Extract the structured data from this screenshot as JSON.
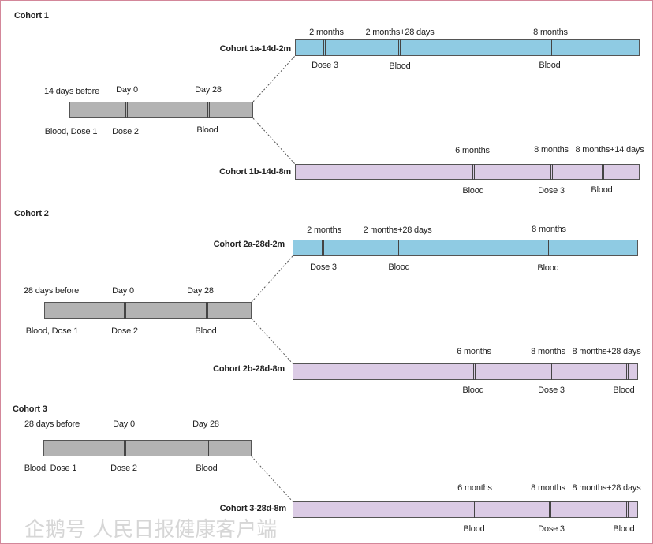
{
  "colors": {
    "base": "#b3b3b3",
    "arm_2m": "#8fcbe3",
    "arm_8m": "#dbcbe5",
    "frame": "#d3879a"
  },
  "cohorts": [
    {
      "title": "Cohort 1",
      "base": {
        "top": [
          "14 days before",
          "Day 0",
          "Day 28"
        ],
        "bottom": [
          "Blood, Dose 1",
          "Dose 2",
          "Blood"
        ]
      },
      "arms": [
        {
          "label": "Cohort 1a-14d-2m",
          "color": "arm_2m",
          "top": [
            "2 months",
            "2 months+28 days",
            "8 months"
          ],
          "bottom": [
            "Dose 3",
            "Blood",
            "Blood"
          ]
        },
        {
          "label": "Cohort 1b-14d-8m",
          "color": "arm_8m",
          "top": [
            "6 months",
            "8 months",
            "8 months+14 days"
          ],
          "bottom": [
            "Blood",
            "Dose 3",
            "Blood"
          ]
        }
      ]
    },
    {
      "title": "Cohort 2",
      "base": {
        "top": [
          "28 days before",
          "Day 0",
          "Day 28"
        ],
        "bottom": [
          "Blood, Dose 1",
          "Dose 2",
          "Blood"
        ]
      },
      "arms": [
        {
          "label": "Cohort 2a-28d-2m",
          "color": "arm_2m",
          "top": [
            "2 months",
            "2 months+28 days",
            "8 months"
          ],
          "bottom": [
            "Dose 3",
            "Blood",
            "Blood"
          ]
        },
        {
          "label": "Cohort 2b-28d-8m",
          "color": "arm_8m",
          "top": [
            "6 months",
            "8 months",
            "8 months+28 days"
          ],
          "bottom": [
            "Blood",
            "Dose 3",
            "Blood"
          ]
        }
      ]
    },
    {
      "title": "Cohort 3",
      "base": {
        "top": [
          "28 days before",
          "Day 0",
          "Day 28"
        ],
        "bottom": [
          "Blood, Dose 1",
          "Dose 2",
          "Blood"
        ]
      },
      "arms": [
        {
          "label": "Cohort 3-28d-8m",
          "color": "arm_8m",
          "top": [
            "6 months",
            "8 months",
            "8 months+28 days"
          ],
          "bottom": [
            "Blood",
            "Dose 3",
            "Blood"
          ]
        }
      ]
    }
  ],
  "watermark": "企鹅号 人民日报健康客户端"
}
